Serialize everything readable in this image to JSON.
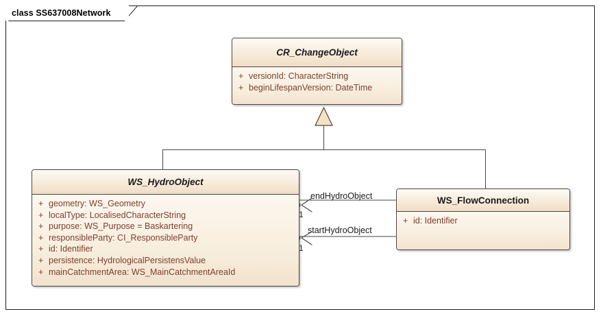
{
  "frame": {
    "label": "class SS637008Network"
  },
  "classes": [
    {
      "id": "cr-changeobject",
      "name": "CR_ChangeObject",
      "abstract": true,
      "attributes": [
        {
          "visibility": "+",
          "signature": "versionId: CharacterString"
        },
        {
          "visibility": "+",
          "signature": "beginLifespanVersion: DateTime"
        }
      ]
    },
    {
      "id": "ws-hydroobject",
      "name": "WS_HydroObject",
      "abstract": true,
      "attributes": [
        {
          "visibility": "+",
          "signature": "geometry: WS_Geometry"
        },
        {
          "visibility": "+",
          "signature": "localType: LocalisedCharacterString"
        },
        {
          "visibility": "+",
          "signature": "purpose: WS_Purpose = Baskartering"
        },
        {
          "visibility": "+",
          "signature": "responsibleParty: CI_ResponsibleParty"
        },
        {
          "visibility": "+",
          "signature": "id: Identifier"
        },
        {
          "visibility": "+",
          "signature": "persistence: HydrologicalPersistensValue"
        },
        {
          "visibility": "+",
          "signature": "mainCatchmentArea: WS_MainCatchmentAreaId"
        }
      ]
    },
    {
      "id": "ws-flowconnection",
      "name": "WS_FlowConnection",
      "abstract": false,
      "attributes": [
        {
          "visibility": "+",
          "signature": "id: Identifier"
        }
      ]
    }
  ],
  "associations": [
    {
      "id": "end-hydro-object",
      "role": "endHydroObject",
      "multiplicity": "1"
    },
    {
      "id": "start-hydro-object",
      "role": "startHydroObject",
      "multiplicity": "1"
    }
  ],
  "generalizations": [
    {
      "id": "gen-hydro-to-change",
      "source": "WS_HydroObject",
      "target": "CR_ChangeObject"
    },
    {
      "id": "gen-flow-to-change",
      "source": "WS_FlowConnection",
      "target": "CR_ChangeObject"
    }
  ],
  "colors": {
    "class_fill": "#f8eedd",
    "class_border": "#4a4643",
    "attribute_text": "#7d3e2d",
    "title_text": "#1a1a1a",
    "canvas": "#ffffff",
    "generalization_fill": "#f5e2c0"
  }
}
